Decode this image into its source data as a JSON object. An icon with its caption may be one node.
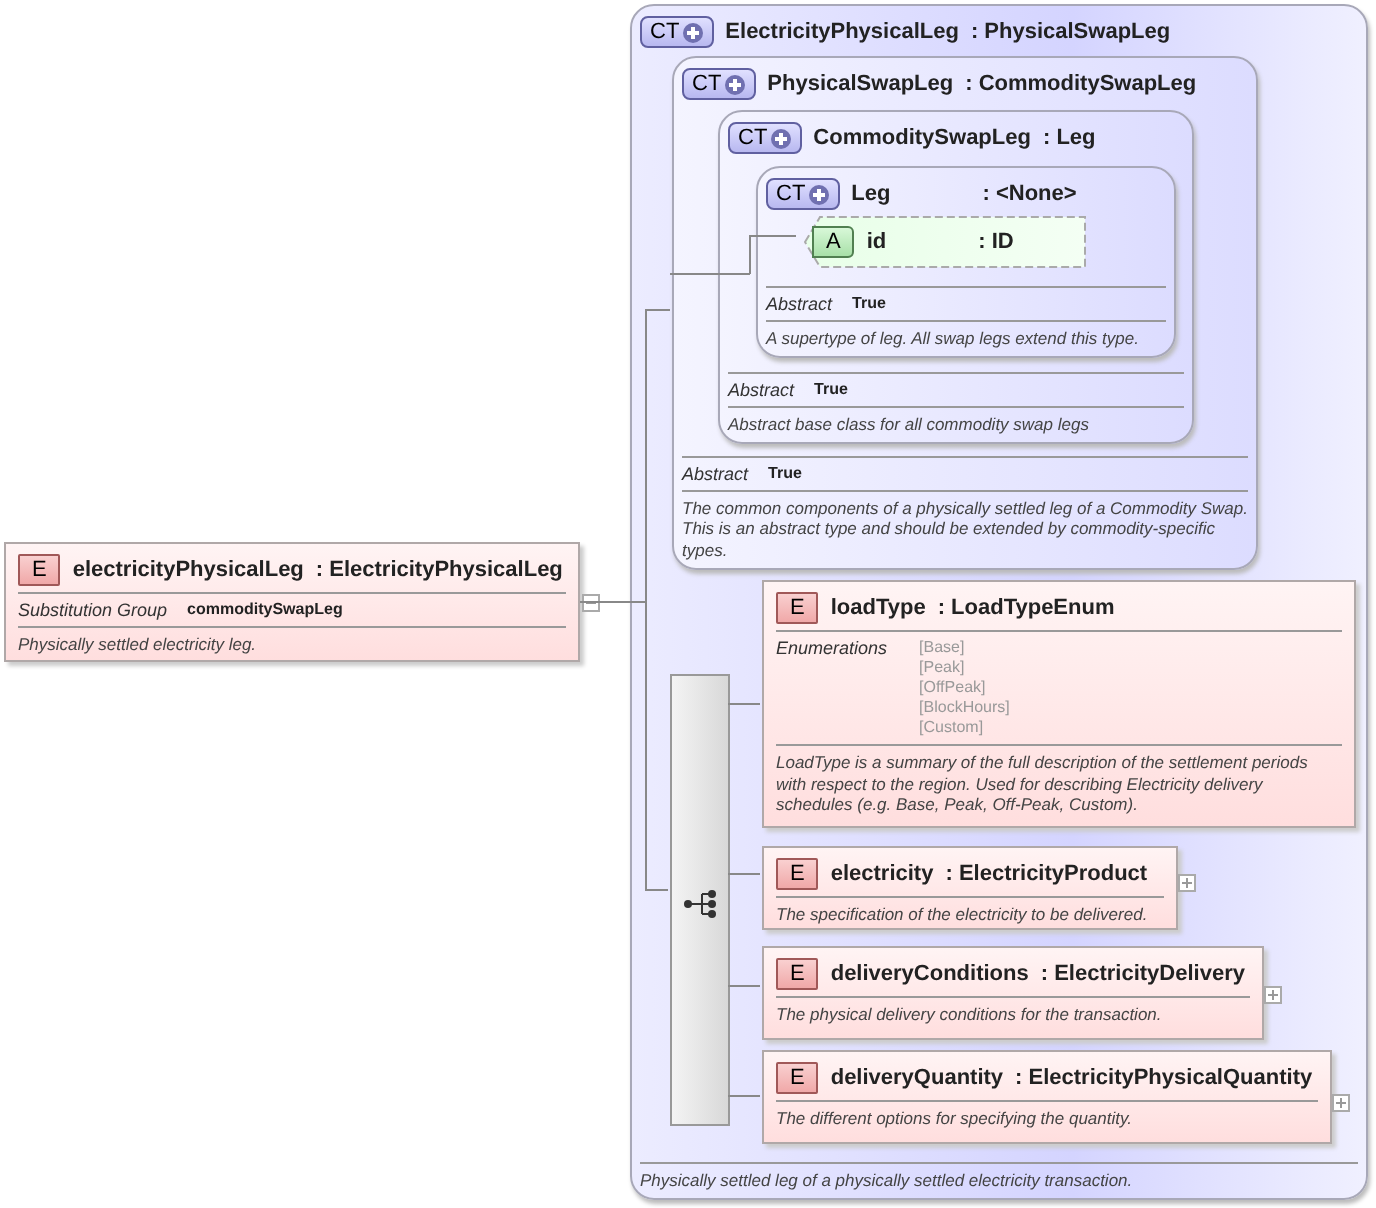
{
  "diagram": {
    "nodes": [
      {
        "text": [
          "E",
          "electricityPhysicalLeg",
          ": ElectricityPhysicalLeg",
          "Substitution Group",
          "commoditySwapLeg",
          "Physically settled electricity leg."
        ]
      },
      {
        "text": [
          "CT",
          "ElectricityPhysicalLeg",
          ": PhysicalSwapLeg",
          "Physically settled leg of a physically settled electricity transaction."
        ]
      },
      {
        "in": 1,
        "text": [
          "CT",
          "PhysicalSwapLeg",
          ": CommoditySwapLeg",
          "Abstract",
          "True",
          "The common components of a physically settled leg of a Commodity Swap. This is an abstract type and should be extended by commodity-specific types."
        ]
      },
      {
        "in": 2,
        "text": [
          "CT",
          "CommoditySwapLeg",
          ": Leg",
          "Abstract",
          "True",
          "Abstract base class for all commodity swap legs"
        ]
      },
      {
        "in": 3,
        "text": [
          "CT",
          "Leg",
          ": <None>",
          "Abstract",
          "True",
          "A supertype of leg. All swap legs extend this type."
        ]
      },
      {
        "in": 4,
        "text": [
          "A",
          "id",
          ": ID"
        ]
      },
      {
        "in": 1,
        "text": [],
        "shape": "box"
      },
      {
        "in": 1,
        "text": [
          "E",
          "loadType",
          ": LoadTypeEnum",
          "Enumerations",
          "[Base]",
          "[Peak]",
          "[OffPeak]",
          "[BlockHours]",
          "[Custom]",
          "LoadType is a summary of the full description of the settlement periods with respect to the region. Used for describing Electricity delivery schedules (e.g. Base, Peak, Off-Peak, Custom)."
        ]
      },
      {
        "in": 1,
        "text": [
          "E",
          "electricity",
          ": ElectricityProduct",
          "The specification of the electricity to be delivered."
        ]
      },
      {
        "in": 1,
        "text": [
          "E",
          "deliveryConditions",
          ": ElectricityDelivery",
          "The physical delivery conditions for the transaction."
        ]
      },
      {
        "in": 1,
        "text": [
          "E",
          "deliveryQuantity",
          ": ElectricityPhysicalQuantity",
          "The different options for specifying the quantity."
        ]
      }
    ],
    "edges": [
      {
        "from": 0,
        "to": 2,
        "arrow": "none"
      },
      {
        "from": 0,
        "to": 6,
        "arrow": "none"
      },
      {
        "from": 2,
        "to": 3,
        "arrow": "none"
      },
      {
        "from": 3,
        "to": 4,
        "arrow": "none"
      },
      {
        "from": 4,
        "to": 5,
        "arrow": "none"
      },
      {
        "from": 6,
        "to": 7,
        "arrow": "none"
      },
      {
        "from": 6,
        "to": 8,
        "arrow": "none"
      },
      {
        "from": 6,
        "to": 9,
        "arrow": "none"
      },
      {
        "from": 6,
        "to": 10,
        "arrow": "none"
      }
    ]
  }
}
